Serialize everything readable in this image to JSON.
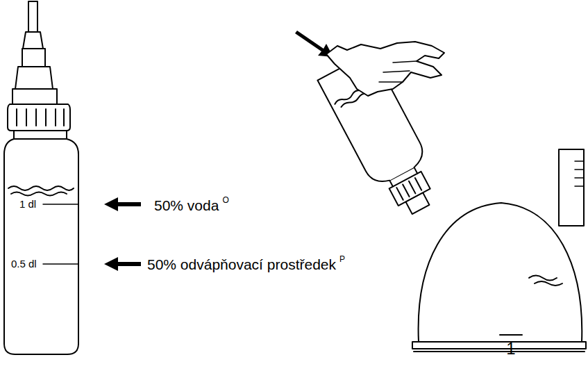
{
  "diagram": {
    "labels": [
      "1 dl",
      "0.5 dl",
      "50% voda",
      "O",
      "50% odvápňovací prostředek",
      "P",
      "1"
    ]
  }
}
